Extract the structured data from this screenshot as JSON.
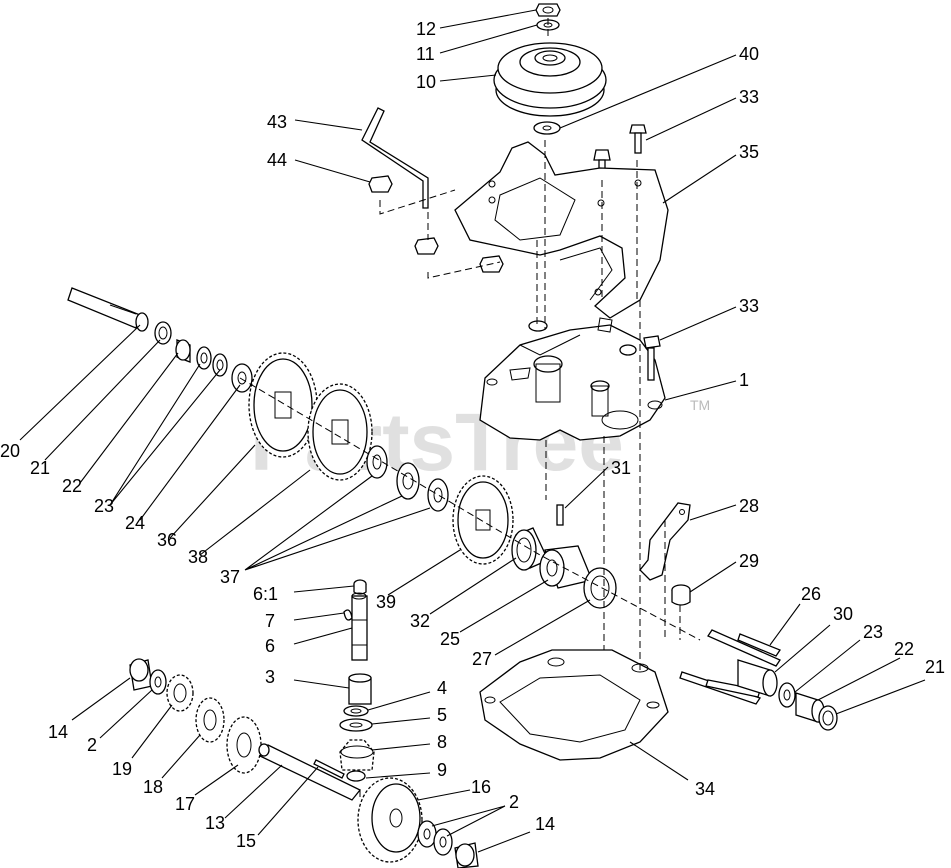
{
  "watermark": {
    "text": "PartsTree",
    "tm": "TM"
  },
  "callouts": [
    {
      "id": "c12",
      "text": "12"
    },
    {
      "id": "c11",
      "text": "11"
    },
    {
      "id": "c10",
      "text": "10"
    },
    {
      "id": "c40",
      "text": "40"
    },
    {
      "id": "c33a",
      "text": "33"
    },
    {
      "id": "c43",
      "text": "43"
    },
    {
      "id": "c35",
      "text": "35"
    },
    {
      "id": "c44",
      "text": "44"
    },
    {
      "id": "c33b",
      "text": "33"
    },
    {
      "id": "c1",
      "text": "1"
    },
    {
      "id": "c20",
      "text": "20"
    },
    {
      "id": "c21a",
      "text": "21"
    },
    {
      "id": "c22a",
      "text": "22"
    },
    {
      "id": "c23a",
      "text": "23"
    },
    {
      "id": "c24",
      "text": "24"
    },
    {
      "id": "c36",
      "text": "36"
    },
    {
      "id": "c38",
      "text": "38"
    },
    {
      "id": "c37",
      "text": "37"
    },
    {
      "id": "c31",
      "text": "31"
    },
    {
      "id": "c28",
      "text": "28"
    },
    {
      "id": "c29",
      "text": "29"
    },
    {
      "id": "c6_1",
      "text": "6:1"
    },
    {
      "id": "c39",
      "text": "39"
    },
    {
      "id": "c32",
      "text": "32"
    },
    {
      "id": "c25",
      "text": "25"
    },
    {
      "id": "c27",
      "text": "27"
    },
    {
      "id": "c7",
      "text": "7"
    },
    {
      "id": "c6",
      "text": "6"
    },
    {
      "id": "c26",
      "text": "26"
    },
    {
      "id": "c30",
      "text": "30"
    },
    {
      "id": "c23b",
      "text": "23"
    },
    {
      "id": "c22b",
      "text": "22"
    },
    {
      "id": "c21b",
      "text": "21"
    },
    {
      "id": "c3",
      "text": "3"
    },
    {
      "id": "c4",
      "text": "4"
    },
    {
      "id": "c5",
      "text": "5"
    },
    {
      "id": "c8",
      "text": "8"
    },
    {
      "id": "c9",
      "text": "9"
    },
    {
      "id": "c14a",
      "text": "14"
    },
    {
      "id": "c2a",
      "text": "2"
    },
    {
      "id": "c19",
      "text": "19"
    },
    {
      "id": "c18",
      "text": "18"
    },
    {
      "id": "c17",
      "text": "17"
    },
    {
      "id": "c13",
      "text": "13"
    },
    {
      "id": "c15",
      "text": "15"
    },
    {
      "id": "c16",
      "text": "16"
    },
    {
      "id": "c2b",
      "text": "2"
    },
    {
      "id": "c14b",
      "text": "14"
    },
    {
      "id": "c34",
      "text": "34"
    }
  ]
}
